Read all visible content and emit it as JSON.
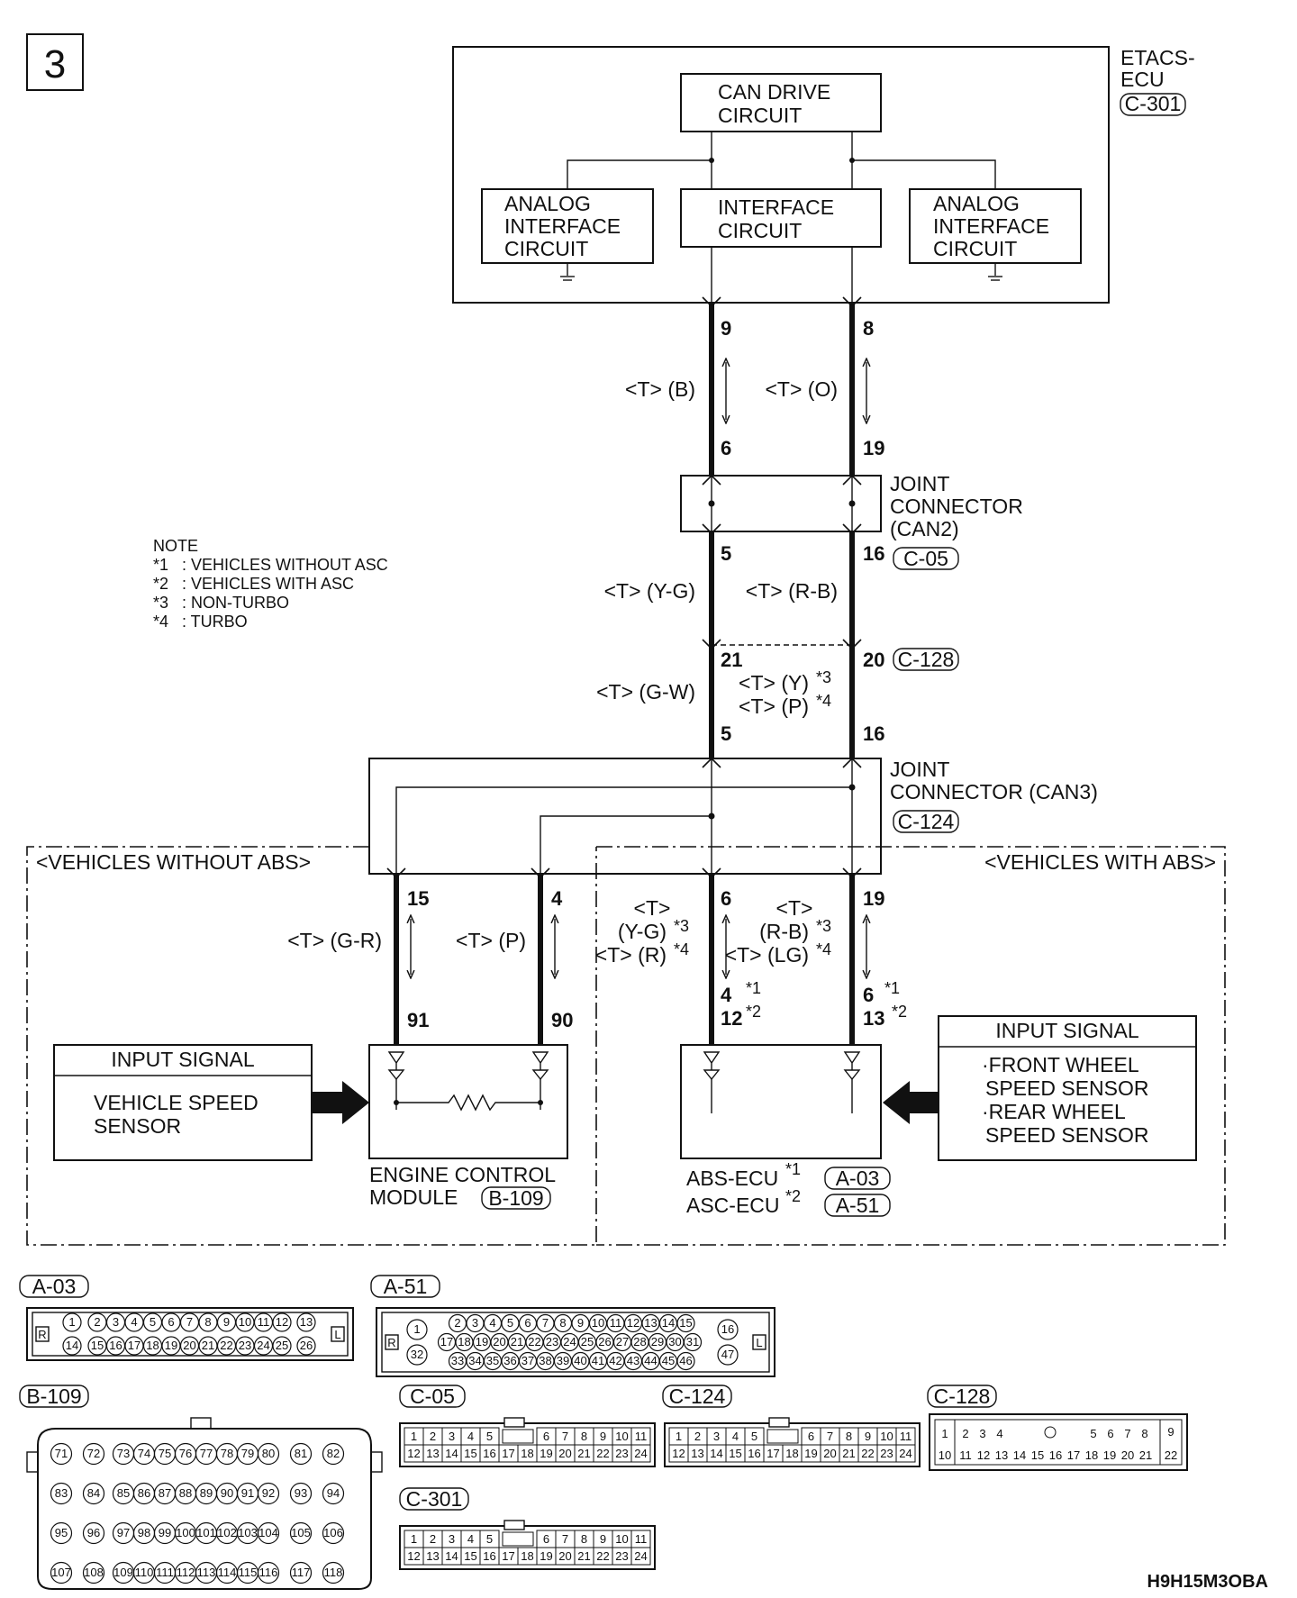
{
  "page_number": "3",
  "figure_code": "H9H15M3OBA",
  "etacs": {
    "title_1": "ETACS-",
    "title_2": "ECU",
    "connector": "C-301",
    "can_drive": [
      "CAN DRIVE",
      "CIRCUIT"
    ],
    "interface": [
      "INTERFACE",
      "CIRCUIT"
    ],
    "analog_left": [
      "ANALOG",
      "INTERFACE",
      "CIRCUIT"
    ],
    "analog_right": [
      "ANALOG",
      "INTERFACE",
      "CIRCUIT"
    ]
  },
  "pins": {
    "etacs_left": "9",
    "etacs_right": "8",
    "jc2_top_left": "6",
    "jc2_top_right": "19",
    "jc2_bot_left": "5",
    "jc2_bot_right": "16",
    "c128_left": "21",
    "c128_right": "20",
    "jc3_top_left": "5",
    "jc3_top_right": "16",
    "jc3_out_1": "15",
    "jc3_out_2": "4",
    "jc3_out_3": "6",
    "jc3_out_4": "19",
    "ecm_1": "91",
    "ecm_2": "90",
    "abs_left_1": "4",
    "abs_left_2": "12",
    "abs_right_1": "6",
    "abs_right_2": "13"
  },
  "wires": {
    "w1_left": "<T> (B)",
    "w1_right": "<T> (O)",
    "w2_left": "<T> (Y-G)",
    "w2_right": "<T> (R-B)",
    "w3_left": "<T> (G-W)",
    "w3_right_1": "<T> (Y)",
    "w3_right_2": "<T> (P)",
    "w4_ecm_1": "<T> (G-R)",
    "w4_ecm_2": "<T> (P)",
    "w4_abs_l_1": "<T>",
    "w4_abs_l_2": "(Y-G)",
    "w4_abs_l_3": "<T> (R)",
    "w4_abs_r_1": "<T>",
    "w4_abs_r_2": "(R-B)",
    "w4_abs_r_3": "<T> (LG)"
  },
  "stars": {
    "s1": "*1",
    "s2": "*2",
    "s3": "*3",
    "s4": "*4"
  },
  "joint_can2": {
    "line1": "JOINT",
    "line2": "CONNECTOR",
    "line3": "(CAN2)",
    "connector": "C-05"
  },
  "c128": "C-128",
  "joint_can3": {
    "line1": "JOINT",
    "line2": "CONNECTOR (CAN3)",
    "connector": "C-124"
  },
  "note": {
    "title": "NOTE",
    "items": [
      {
        "mark": "*1",
        "text": ": VEHICLES WITHOUT ASC"
      },
      {
        "mark": "*2",
        "text": ": VEHICLES WITH ASC"
      },
      {
        "mark": "*3",
        "text": ": NON-TURBO"
      },
      {
        "mark": "*4",
        "text": ": TURBO"
      }
    ]
  },
  "regions": {
    "without_abs": "<VEHICLES WITHOUT ABS>",
    "with_abs": "<VEHICLES WITH ABS>"
  },
  "input_left": {
    "header": "INPUT SIGNAL",
    "lines": [
      "VEHICLE SPEED",
      "SENSOR"
    ]
  },
  "input_right": {
    "header": "INPUT SIGNAL",
    "lines": [
      "·FRONT WHEEL",
      "SPEED SENSOR",
      "·REAR WHEEL",
      "SPEED SENSOR"
    ]
  },
  "ecm": {
    "line1": "ENGINE CONTROL",
    "line2": "MODULE",
    "connector": "B-109"
  },
  "abs_ecu": {
    "label": "ABS-ECU",
    "connector": "A-03"
  },
  "asc_ecu": {
    "label": "ASC-ECU",
    "connector": "A-51"
  },
  "connector_views": {
    "a03": {
      "label": "A-03",
      "side_left": "R",
      "side_right": "L",
      "row1": [
        "1",
        "2",
        "3",
        "4",
        "5",
        "6",
        "7",
        "8",
        "9",
        "10",
        "11",
        "12",
        "13"
      ],
      "row2": [
        "14",
        "15",
        "16",
        "17",
        "18",
        "19",
        "20",
        "21",
        "22",
        "23",
        "24",
        "25",
        "26"
      ]
    },
    "a51": {
      "label": "A-51",
      "side_left": "R",
      "side_right": "L",
      "row1": [
        "2",
        "3",
        "4",
        "5",
        "6",
        "7",
        "8",
        "9",
        "10",
        "11",
        "12",
        "13",
        "14",
        "15"
      ],
      "row2": [
        "17",
        "18",
        "19",
        "20",
        "21",
        "22",
        "23",
        "24",
        "25",
        "26",
        "27",
        "28",
        "29",
        "30",
        "31"
      ],
      "row3": [
        "33",
        "34",
        "35",
        "36",
        "37",
        "38",
        "39",
        "40",
        "41",
        "42",
        "43",
        "44",
        "45",
        "46"
      ],
      "left": [
        "1",
        "32"
      ],
      "right": [
        "16",
        "47"
      ]
    },
    "b109": {
      "label": "B-109",
      "rows": [
        [
          "71",
          "72",
          "73",
          "74",
          "75",
          "76",
          "77",
          "78",
          "79",
          "80",
          "81",
          "82"
        ],
        [
          "83",
          "84",
          "85",
          "86",
          "87",
          "88",
          "89",
          "90",
          "91",
          "92",
          "93",
          "94"
        ],
        [
          "95",
          "96",
          "97",
          "98",
          "99",
          "100",
          "101",
          "102",
          "103",
          "104",
          "105",
          "106"
        ],
        [
          "107",
          "108",
          "109",
          "110",
          "111",
          "112",
          "113",
          "114",
          "115",
          "116",
          "117",
          "118"
        ]
      ]
    },
    "c05": {
      "label": "C-05",
      "row1": [
        "1",
        "2",
        "3",
        "4",
        "5",
        "6",
        "7",
        "8",
        "9",
        "10",
        "11"
      ],
      "row2": [
        "12",
        "13",
        "14",
        "15",
        "16",
        "17",
        "18",
        "19",
        "20",
        "21",
        "22",
        "23",
        "24"
      ]
    },
    "c124": {
      "label": "C-124",
      "row1": [
        "1",
        "2",
        "3",
        "4",
        "5",
        "6",
        "7",
        "8",
        "9",
        "10",
        "11"
      ],
      "row2": [
        "12",
        "13",
        "14",
        "15",
        "16",
        "17",
        "18",
        "19",
        "20",
        "21",
        "22",
        "23",
        "24"
      ]
    },
    "c301": {
      "label": "C-301",
      "row1": [
        "1",
        "2",
        "3",
        "4",
        "5",
        "6",
        "7",
        "8",
        "9",
        "10",
        "11"
      ],
      "row2": [
        "12",
        "13",
        "14",
        "15",
        "16",
        "17",
        "18",
        "19",
        "20",
        "21",
        "22",
        "23",
        "24"
      ]
    },
    "c128": {
      "label": "C-128",
      "row1": [
        "1",
        "2",
        "3",
        "4",
        "5",
        "6",
        "7",
        "8",
        "9"
      ],
      "row2": [
        "10",
        "11",
        "12",
        "13",
        "14",
        "15",
        "16",
        "17",
        "18",
        "19",
        "20",
        "21",
        "22"
      ]
    }
  }
}
